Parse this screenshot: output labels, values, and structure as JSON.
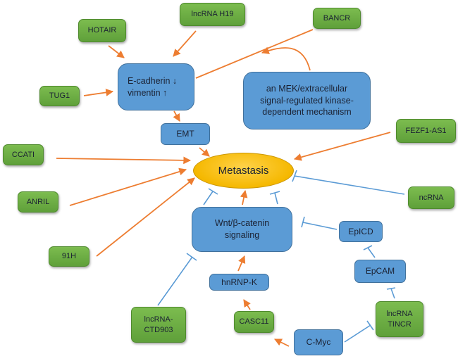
{
  "colors": {
    "activation_edge": "#ed7d31",
    "inhibition_edge": "#5b9bd5",
    "lncrna_node": "#70ad47",
    "process_node": "#5b9bd5",
    "outcome_node": "#ffc000"
  },
  "nodes": {
    "hotair": "HOTAIR",
    "h19": "lncRNA H19",
    "bancr": "BANCR",
    "ecad": "E-cadherin ↓\nvimentin ↑",
    "mek": "an MEK/extracellular\nsignal-regulated kinase-\ndependent mechanism",
    "tug1": "TUG1",
    "emt": "EMT",
    "ccati": "CCATI",
    "fezf1": "FEZF1-AS1",
    "metastasis": "Metastasis",
    "anril": "ANRIL",
    "ncrna": "ncRNA",
    "wnt": "Wnt/β-catenin\nsignaling",
    "epicd": "EpICD",
    "h91": "91H",
    "epcam": "EpCAM",
    "hnrnpk": "hnRNP-K",
    "ctd903": "lncRNA-\nCTD903",
    "casc11": "CASC11",
    "tincr": "lncRNA\nTINCR",
    "cmyc": "C-Myc"
  },
  "edges": [
    {
      "from": "HOTAIR",
      "to": "E-cadherin/vimentin",
      "type": "activation"
    },
    {
      "from": "lncRNA H19",
      "to": "E-cadherin/vimentin",
      "type": "activation"
    },
    {
      "from": "TUG1",
      "to": "E-cadherin/vimentin",
      "type": "activation"
    },
    {
      "from": "BANCR",
      "to": "E-cadherin/vimentin",
      "type": "activation"
    },
    {
      "from": "MEK/ERK mechanism",
      "to": "BANCR edge",
      "type": "activation"
    },
    {
      "from": "E-cadherin/vimentin",
      "to": "EMT",
      "type": "activation"
    },
    {
      "from": "EMT",
      "to": "Metastasis",
      "type": "activation"
    },
    {
      "from": "CCATI",
      "to": "Metastasis",
      "type": "activation"
    },
    {
      "from": "ANRIL",
      "to": "Metastasis",
      "type": "activation"
    },
    {
      "from": "91H",
      "to": "Metastasis",
      "type": "activation"
    },
    {
      "from": "FEZF1-AS1",
      "to": "Metastasis",
      "type": "activation"
    },
    {
      "from": "ncRNA",
      "to": "Metastasis",
      "type": "inhibition"
    },
    {
      "from": "Wnt/β-catenin signaling",
      "to": "Metastasis",
      "type": "activation"
    },
    {
      "from": "Wnt/β-catenin signaling (left)",
      "to": "Metastasis",
      "type": "inhibition"
    },
    {
      "from": "Wnt/β-catenin signaling (right)",
      "to": "Metastasis",
      "type": "inhibition"
    },
    {
      "from": "EpICD",
      "to": "Wnt/β-catenin signaling",
      "type": "inhibition"
    },
    {
      "from": "EpCAM",
      "to": "EpICD",
      "type": "inhibition"
    },
    {
      "from": "lncRNA TINCR",
      "to": "EpCAM",
      "type": "inhibition"
    },
    {
      "from": "C-Myc",
      "to": "lncRNA TINCR",
      "type": "inhibition"
    },
    {
      "from": "C-Myc",
      "to": "CASC11",
      "type": "activation"
    },
    {
      "from": "CASC11",
      "to": "hnRNP-K",
      "type": "activation"
    },
    {
      "from": "hnRNP-K",
      "to": "Wnt/β-catenin signaling",
      "type": "activation"
    },
    {
      "from": "lncRNA-CTD903",
      "to": "Wnt/β-catenin signaling",
      "type": "inhibition"
    }
  ]
}
